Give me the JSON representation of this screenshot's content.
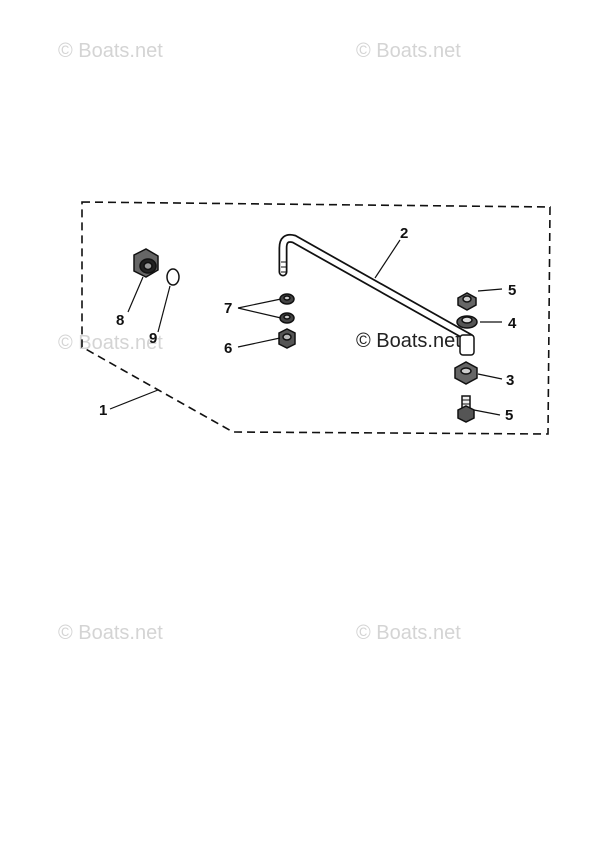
{
  "watermarks": [
    "© Boats.net",
    "© Boats.net",
    "© Boats.net",
    "© Boats.net",
    "© Boats.net",
    "© Boats.net"
  ],
  "labels": {
    "l1": "1",
    "l2": "2",
    "l3": "3",
    "l4": "4",
    "l5a": "5",
    "l5b": "5",
    "l6": "6",
    "l7": "7",
    "l8": "8",
    "l9": "9"
  }
}
